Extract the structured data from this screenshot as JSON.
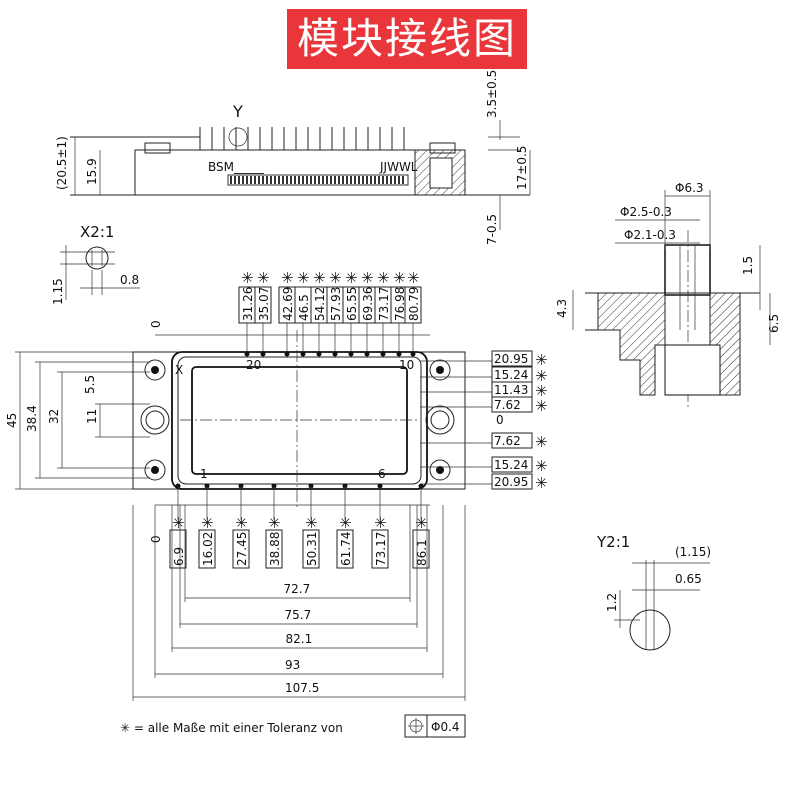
{
  "title": "模块接线图",
  "side_view": {
    "labels": {
      "y_mark": "Y",
      "bsm": "BSM_____",
      "jjwwl": "JJWWL"
    },
    "dims": {
      "total_height": "(20.5±1)",
      "body_height": "15.9",
      "pin_top": "3.5±0.5",
      "right_height": "17±0.5",
      "bottom": "7-0.5"
    }
  },
  "x_detail": {
    "label": "X2:1",
    "dim_v": "1.15",
    "dim_h": "0.8"
  },
  "y_detail": {
    "label": "Y2:1",
    "dim_top": "(1.15)",
    "dim_mid": "0.65",
    "dim_v": "1.2"
  },
  "section": {
    "d1": "Φ6.3",
    "d2": "Φ2.5-0.3",
    "d3": "Φ2.1-0.3",
    "h1": "1.5",
    "h2": "4.3",
    "h3": "6.5"
  },
  "top_view": {
    "top_pin_dims": [
      "31.26",
      "35.07",
      "42.69",
      "46.5",
      "54.12",
      "57.93",
      "65.55",
      "69.36",
      "73.17",
      "76.98",
      "80.79"
    ],
    "bottom_pin_dims": [
      "6.9",
      "16.02",
      "27.45",
      "38.88",
      "50.31",
      "61.74",
      "73.17",
      "86.1"
    ],
    "right_dims_upper": [
      "20.95",
      "15.24",
      "11.43",
      "7.62"
    ],
    "right_zero": "0",
    "right_dims_lower": [
      "7.62",
      "15.24",
      "20.95"
    ],
    "left_dims": [
      "45",
      "38.4",
      "32",
      "11",
      "5.5"
    ],
    "horizontal_dims": [
      "72.7",
      "75.7",
      "82.1",
      "93",
      "107.5"
    ],
    "pin_labels": {
      "p20": "20",
      "p10": "10",
      "p1": "1",
      "p6": "6"
    },
    "zero_top": "0",
    "zero_bottom": "0",
    "star": "✳"
  },
  "footnote": {
    "text": "✳ = alle Maße mit einer Toleranz von",
    "tolerance": "Φ0.4"
  }
}
